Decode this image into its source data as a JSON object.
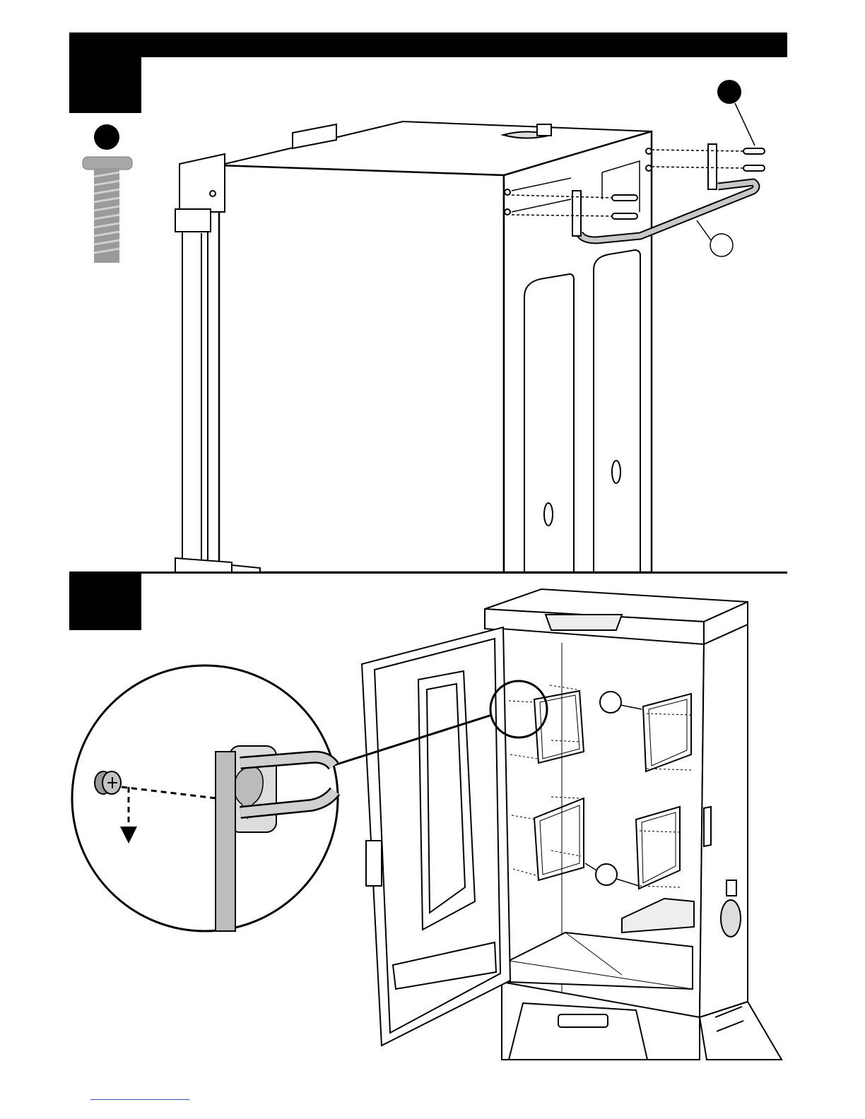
{
  "page": {
    "type": "assembly-instructions",
    "steps": [
      {
        "position": "top",
        "number_label": ""
      },
      {
        "position": "bottom",
        "number_label": ""
      }
    ]
  },
  "callouts": {
    "step1_part_bubble_bolt": "",
    "step1_part_bubble_bolts_handle": "",
    "step1_part_bubble_handle": "",
    "step2_part_bubble_upper_rack_support": "",
    "step2_part_bubble_lower_rack_support": ""
  },
  "icons": {
    "bolt": "bolt-icon",
    "arrow": "arrow-down-icon",
    "screw_head": "screw-head-icon"
  },
  "colors": {
    "ink": "#000000",
    "paper": "#ffffff",
    "metal_gray": "#9a9a9a",
    "handle_gray": "#c8c8c8",
    "footer_link": "#3a4ec2"
  }
}
